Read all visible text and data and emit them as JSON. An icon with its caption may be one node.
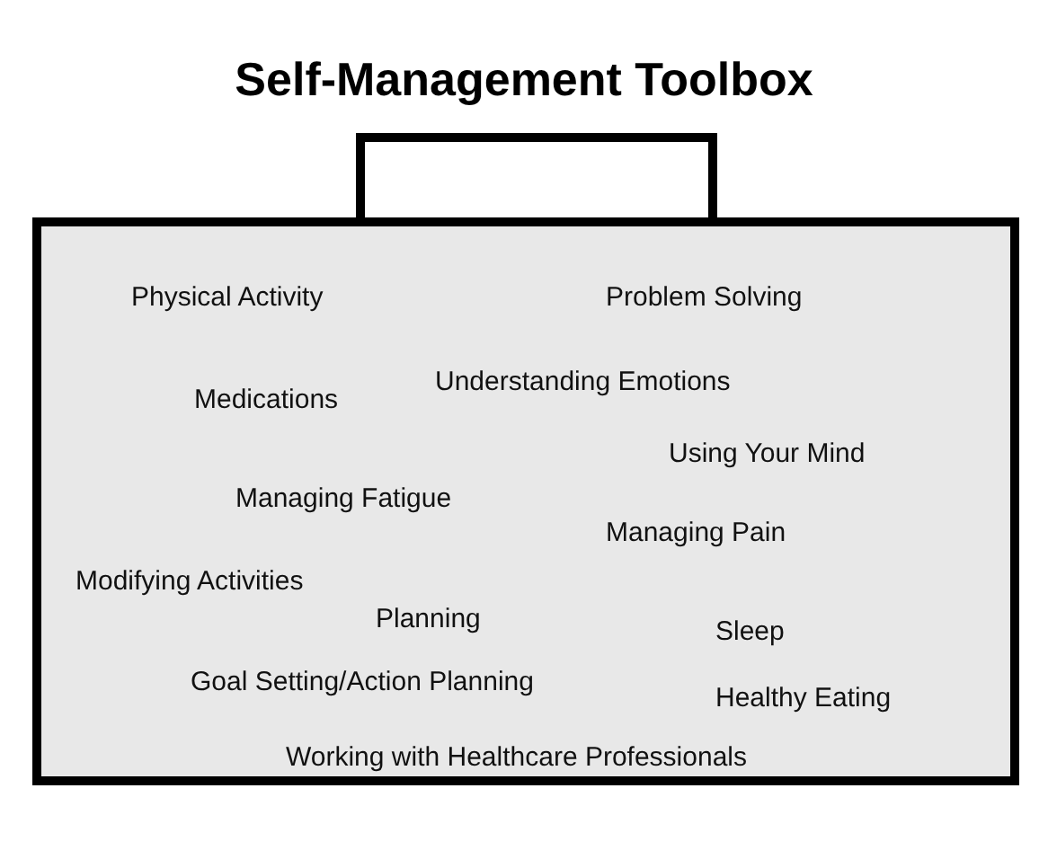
{
  "diagram": {
    "title": "Self-Management Toolbox",
    "nodes": [
      {
        "text": [],
        "shape": "box"
      },
      {
        "text": [
          "Physical Activity",
          "Problem Solving",
          "Understanding Emotions",
          "Medications",
          "Using Your Mind",
          "Managing Fatigue",
          "Managing Pain",
          "Modifying Activities",
          "Planning",
          "Sleep",
          "Goal Setting/Action Planning",
          "Healthy Eating",
          "Working with Healthcare Professionals"
        ]
      }
    ]
  }
}
